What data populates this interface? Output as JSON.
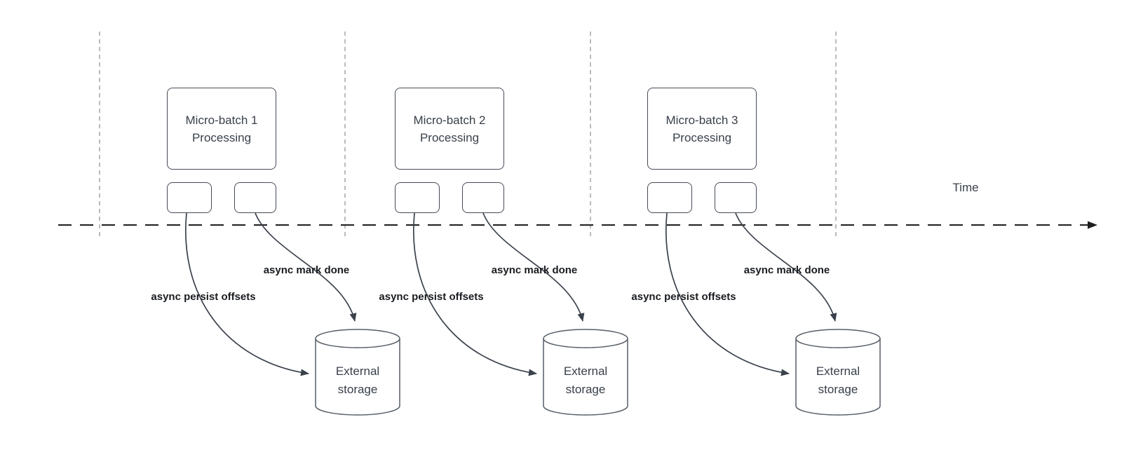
{
  "diagram": {
    "time_label": "Time",
    "sections": [
      {
        "title_line1": "Micro-batch 1",
        "title_line2": "Processing",
        "persist_label": "async persist offsets",
        "mark_label": "async mark done",
        "storage_line1": "External",
        "storage_line2": "storage"
      },
      {
        "title_line1": "Micro-batch 2",
        "title_line2": "Processing",
        "persist_label": "async persist offsets",
        "mark_label": "async mark done",
        "storage_line1": "External",
        "storage_line2": "storage"
      },
      {
        "title_line1": "Micro-batch 3",
        "title_line2": "Processing",
        "persist_label": "async persist offsets",
        "mark_label": "async mark done",
        "storage_line1": "External",
        "storage_line2": "storage"
      }
    ],
    "colors": {
      "shape_stroke": "#454c56",
      "arrow_stroke": "#3a414b",
      "timeline_stroke": "#1d1d1d",
      "gridline_stroke": "#a6a6a6",
      "label_text": "#191c20",
      "shape_text": "#39404a",
      "background": "#ffffff"
    }
  }
}
